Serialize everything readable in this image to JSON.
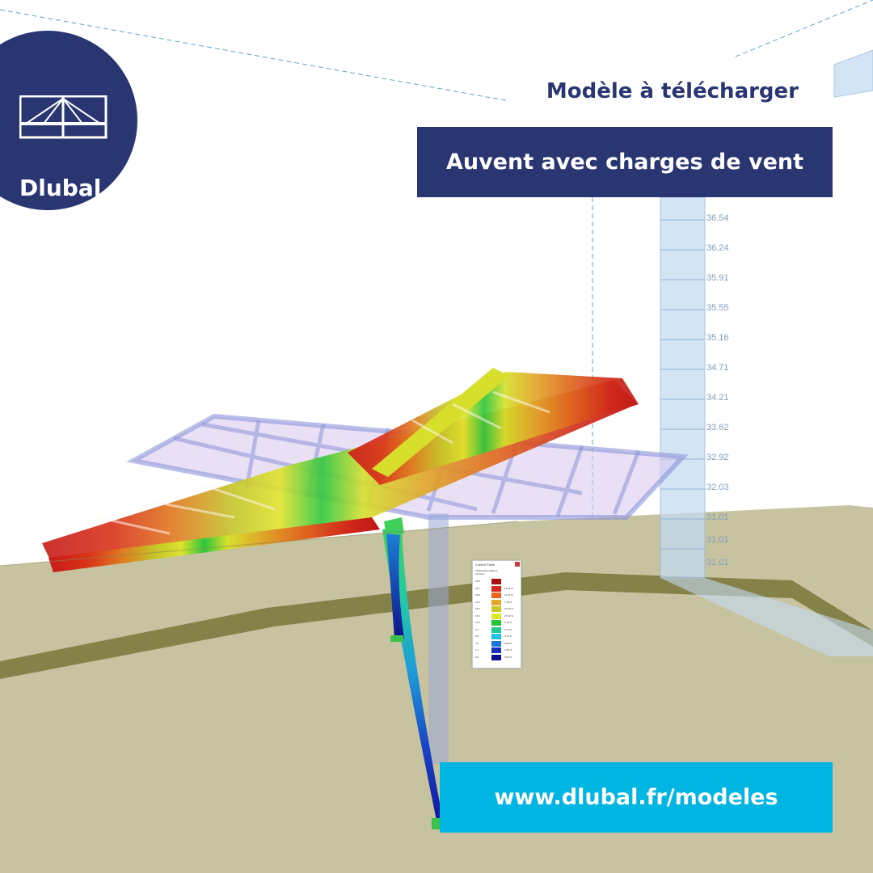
{
  "brand": {
    "name": "Dlubal",
    "color": "#2a3672",
    "logo_icon": "bridge-icon"
  },
  "subtitle": "Modèle à télécharger",
  "title": "Auvent avec charges de vent",
  "url": "www.dlubal.fr/modeles",
  "accent_color": "#00b5e2",
  "profile_values": [
    "36.54",
    "36.24",
    "35.91",
    "35.55",
    "35.16",
    "34.71",
    "34.21",
    "33.62",
    "32.92",
    "32.03",
    "31.01",
    "31.01",
    "31.01"
  ],
  "control_panel": {
    "title": "Control Panel",
    "subtitle": "Global Deformations",
    "unit": "|u| [mm]",
    "legend": [
      {
        "value": "29.5",
        "color": "#a80f14",
        "pct": ""
      },
      {
        "value": "26.7",
        "color": "#d42a1e",
        "pct": "11.49 %"
      },
      {
        "value": "23.8",
        "color": "#e8661f",
        "pct": "11.47 %"
      },
      {
        "value": "21.0",
        "color": "#e0a92a",
        "pct": "7.46 %"
      },
      {
        "value": "18.2",
        "color": "#c9c72a",
        "pct": "10.36 %"
      },
      {
        "value": "15.3",
        "color": "#dde82c",
        "pct": "27.02 %"
      },
      {
        "value": "12.5",
        "color": "#27c43a",
        "pct": "6.18 %"
      },
      {
        "value": "9.7",
        "color": "#25c893",
        "pct": "3.74 %"
      },
      {
        "value": "6.8",
        "color": "#22c0e0",
        "pct": "3.79 %"
      },
      {
        "value": "4.0",
        "color": "#1e76d6",
        "pct": "0.68 %"
      },
      {
        "value": "1.1",
        "color": "#1833b8",
        "pct": "1.86 %"
      },
      {
        "value": "0.0",
        "color": "#0e0f8c",
        "pct": "3.33 %"
      }
    ]
  }
}
